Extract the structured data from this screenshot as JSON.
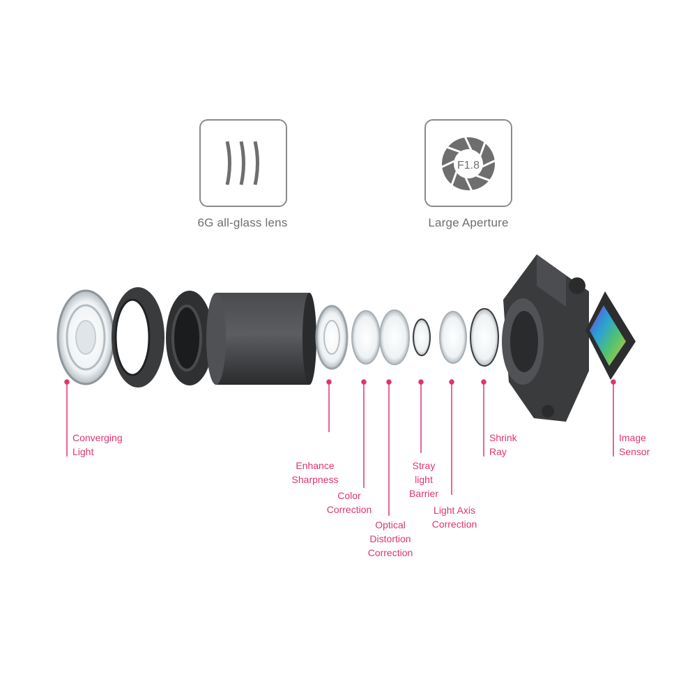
{
  "features": [
    {
      "label": "6G all-glass lens",
      "icon": "lens-elements-icon"
    },
    {
      "label": "Large Aperture",
      "icon": "aperture-icon",
      "icon_text": "F1.8"
    }
  ],
  "components": [
    {
      "lines": [
        "Converging",
        "Light"
      ]
    },
    {
      "lines": [
        "Enhance",
        "Sharpness"
      ]
    },
    {
      "lines": [
        "Color",
        "Correction"
      ]
    },
    {
      "lines": [
        "Optical",
        "Distortion",
        "Correction"
      ]
    },
    {
      "lines": [
        "Stray",
        "light",
        "Barrier"
      ]
    },
    {
      "lines": [
        "Light Axis",
        "Correction"
      ]
    },
    {
      "lines": [
        "Shrink",
        "Ray"
      ]
    },
    {
      "lines": [
        "Image",
        "Sensor"
      ]
    }
  ],
  "colors": {
    "accent": "#e0336f",
    "icon_gray": "#6e6e6e",
    "lens_body": "#3a3b3d"
  }
}
